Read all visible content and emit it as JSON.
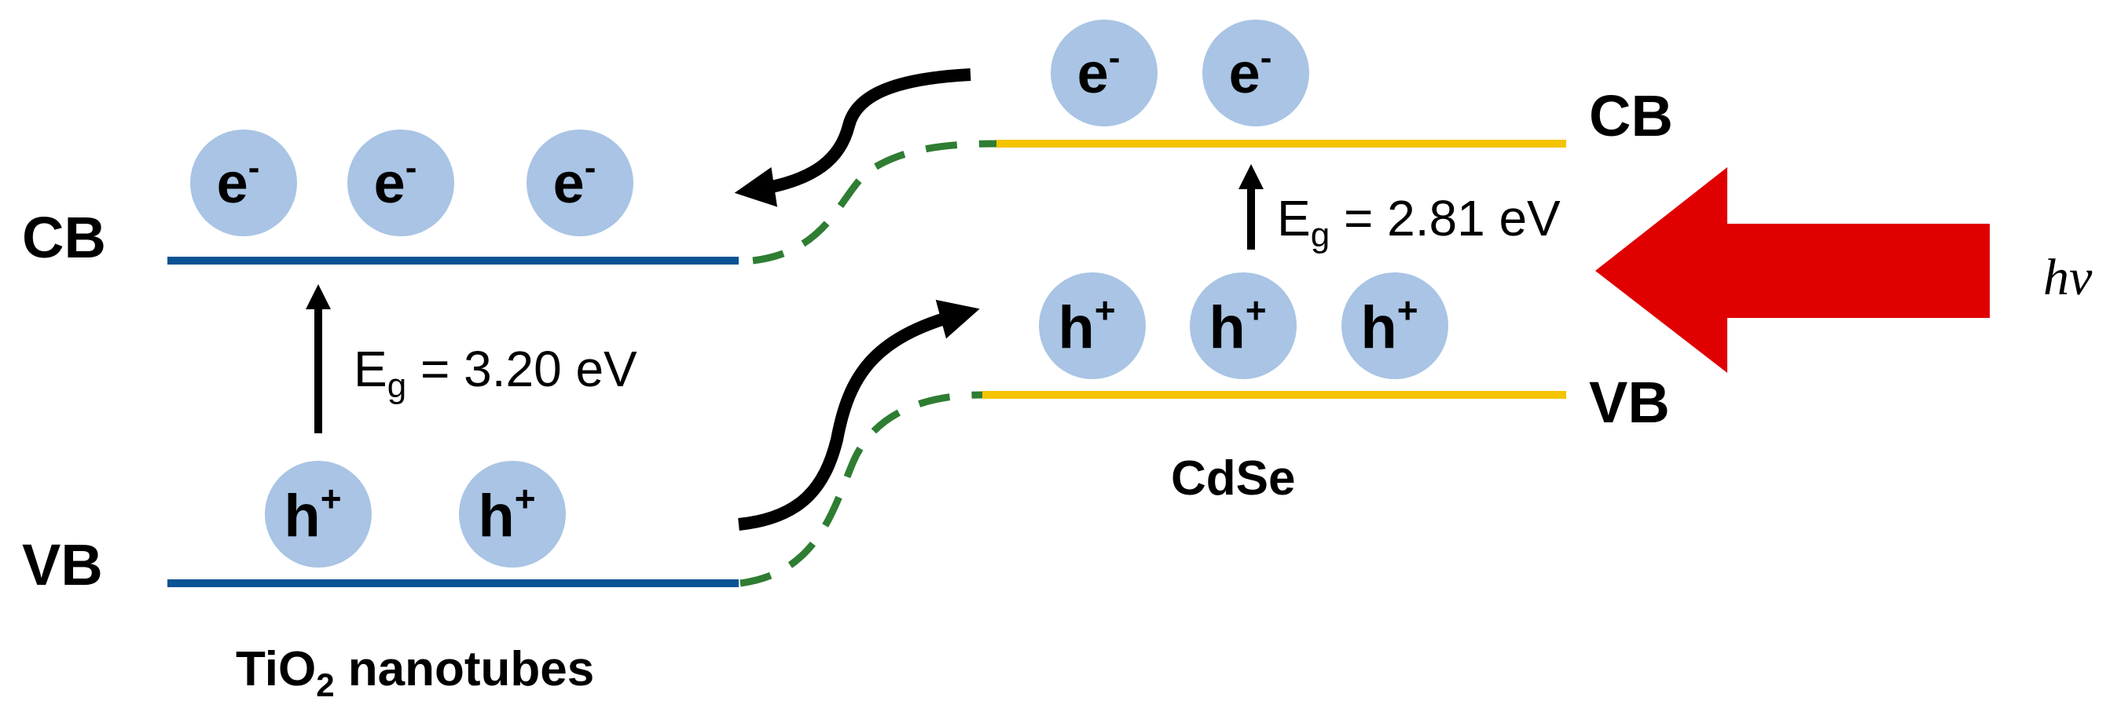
{
  "colors": {
    "tio2_band": "#0b5394",
    "cdse_band": "#f5c400",
    "connector": "#2e7d32",
    "carrier_fill": "#a9c4e4",
    "light_arrow": "#e00000",
    "arrow": "#000000"
  },
  "tio2": {
    "cb_label": "CB",
    "vb_label": "VB",
    "gap_symbol": "E",
    "gap_subscript": "g",
    "gap_value": " = 3.20 eV",
    "name_main": "TiO",
    "name_subscript": "2",
    "name_rest": " nanotubes",
    "electrons": [
      "e",
      "e",
      "e"
    ],
    "holes": [
      "h",
      "h"
    ]
  },
  "cdse": {
    "cb_label": "CB",
    "vb_label": "VB",
    "gap_symbol": "E",
    "gap_subscript": "g",
    "gap_value": " = 2.81 eV",
    "name": "CdSe",
    "electrons": [
      "e",
      "e"
    ],
    "holes": [
      "h",
      "h",
      "h"
    ]
  },
  "carrier_charge": {
    "electron": "-",
    "hole": "+"
  },
  "light": {
    "label": "hv"
  }
}
